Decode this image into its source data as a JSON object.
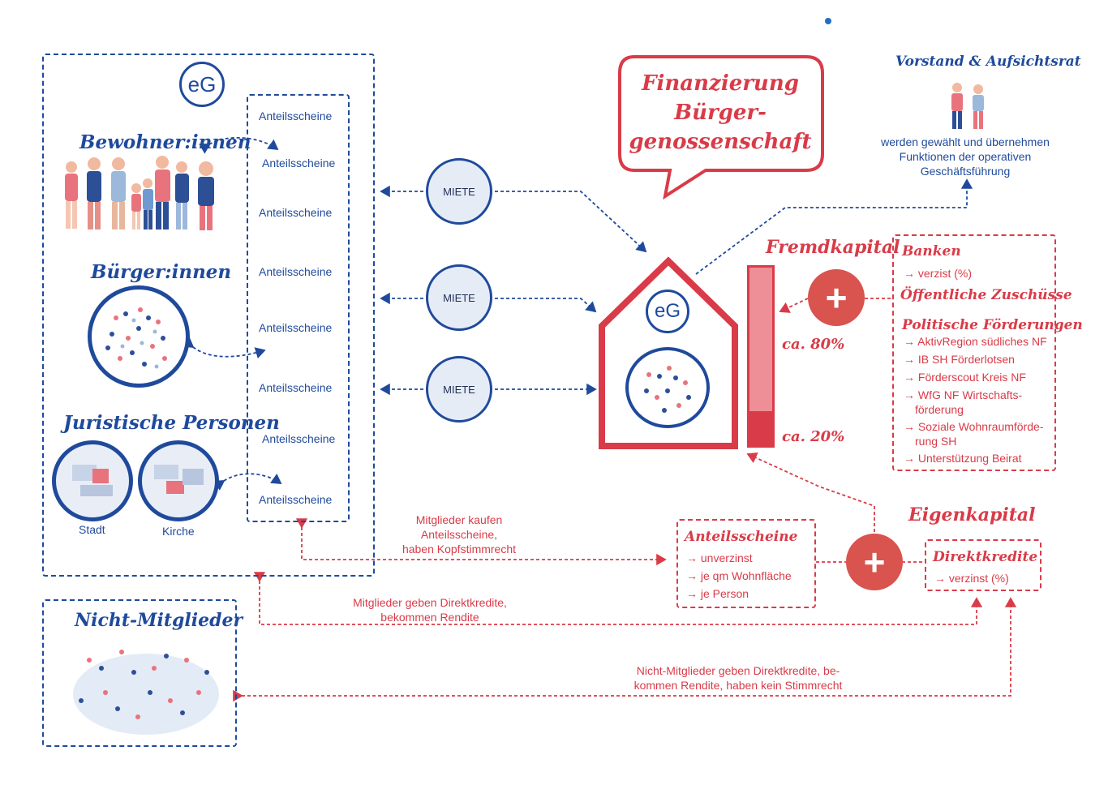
{
  "title_line1": "Finanzierung",
  "title_line2": "Bürger-",
  "title_line3": "genossenschaft",
  "eg_label": "eG",
  "groups": {
    "bewohner": "Bewohner:innen",
    "buerger": "Bürger:innen",
    "juristische": "Juristische Personen",
    "stadt": "Stadt",
    "kirche": "Kirche",
    "nicht_mitglieder": "Nicht-Mitglieder"
  },
  "anteilsscheine": [
    "Anteilsscheine",
    "Anteilsscheine",
    "Anteilsscheine",
    "Anteilsscheine",
    "Anteilsscheine",
    "Anteilsscheine",
    "Anteilsscheine",
    "Anteilsscheine"
  ],
  "miete": [
    "MIETE",
    "MIETE",
    "MIETE"
  ],
  "vorstand": {
    "title": "Vorstand & Aufsichtsrat",
    "line1": "werden gewählt und übernehmen",
    "line2": "Funktionen der operativen",
    "line3": "Geschäftsführung"
  },
  "fremdkapital": {
    "title": "Fremdkapital",
    "share": "ca. 80%",
    "share_value": 80
  },
  "eigenkapital": {
    "title": "Eigenkapital",
    "share": "ca. 20%",
    "share_value": 20
  },
  "banken": {
    "title": "Banken",
    "item": "→ verzist (%)",
    "zuschuesse": "Öffentliche Zuschüsse",
    "foerderungen_title": "Politische Förderungen",
    "items": [
      "→ AktivRegion südliches NF",
      "→ IB SH Förderlotsen",
      "→ Förderscout Kreis NF",
      "→ WfG NF Wirtschafts-",
      "förderung",
      "→ Soziale Wohnraumförde-",
      "rung SH",
      "→ Unterstützung Beirat"
    ]
  },
  "anteilsscheine_box": {
    "title": "Anteilsscheine",
    "items": [
      "→ unverzinst",
      "→ je qm Wohnfläche",
      "→ je Person"
    ]
  },
  "direktkredite_box": {
    "title": "Direktkredite",
    "item": "→ verzinst (%)"
  },
  "notes": {
    "mitglieder_kaufen_1": "Mitglieder kaufen",
    "mitglieder_kaufen_2": "Anteilsscheine,",
    "mitglieder_kaufen_3": "haben Kopfstimmrecht",
    "mitglieder_geben_1": "Mitglieder geben Direktkredite,",
    "mitglieder_geben_2": "bekommen Rendite",
    "nicht_mitglieder_1": "Nicht-Mitglieder geben Direktkredite, be-",
    "nicht_mitglieder_2": "kommen Rendite, haben kein Stimmrecht"
  },
  "colors": {
    "blue": "#1f4a9c",
    "red": "#d93b48",
    "light_red": "#ee8f97",
    "miete_fill": "#e6ecf6"
  }
}
